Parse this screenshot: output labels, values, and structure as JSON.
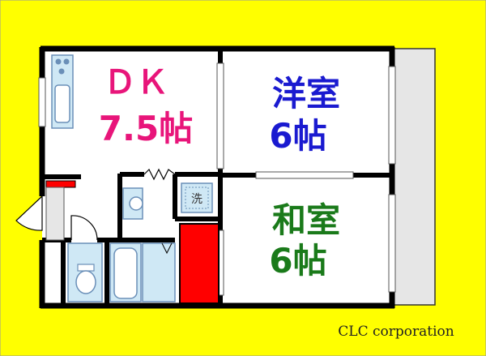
{
  "rooms": {
    "dk": {
      "line1": "ＤＫ",
      "line2": "7.5帖"
    },
    "western": {
      "line1": "洋室",
      "line2": "6帖"
    },
    "japanese": {
      "line1": "和室",
      "line2": "6帖"
    }
  },
  "washer_mark": "洗",
  "credit": "CLC corporation",
  "colors": {
    "background": "#ffff00",
    "wall": "#000000",
    "floor": "#ffffff",
    "fixture_fill": "#cfe8f5",
    "fixture_stroke": "#6a8fb8",
    "dk_label": "#e8157a",
    "western_label": "#1a1ad0",
    "japanese_label": "#1a7a1a",
    "storage": "#ff0000",
    "balcony": "#e6e6e6"
  },
  "icons": {
    "stove": "stove-icon",
    "sink": "sink-icon",
    "toilet": "toilet-icon",
    "bathtub": "bathtub-icon",
    "washbasin": "washbasin-icon",
    "washer": "washer-icon"
  }
}
